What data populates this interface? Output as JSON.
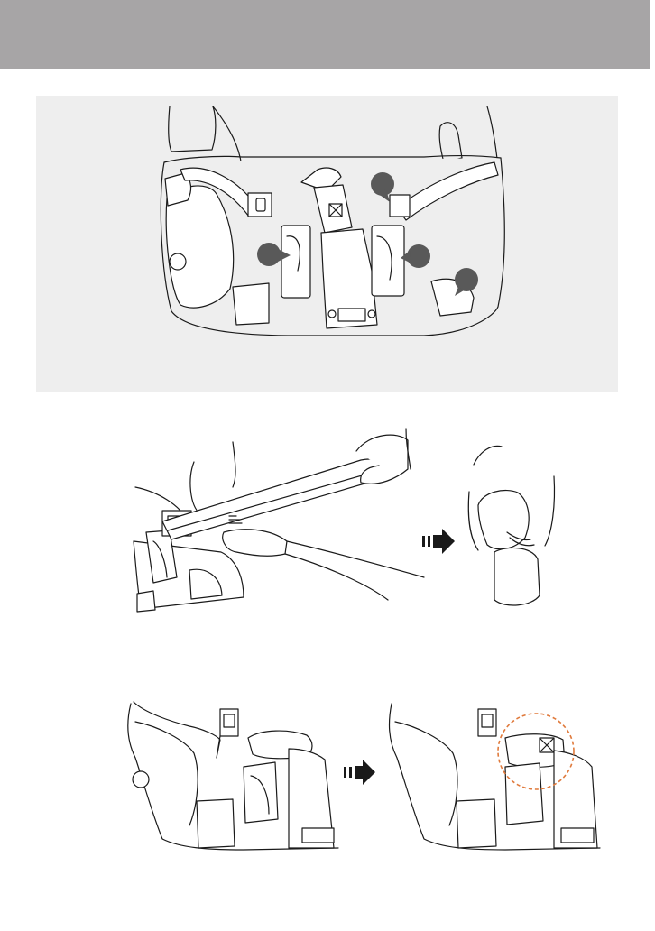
{
  "page": {
    "header_color": "#a7a5a6",
    "panel_color": "#eeeeee",
    "callout_color": "#595959",
    "highlight_circle_color": "#e07a3c"
  },
  "figures": {
    "overview": {
      "callouts": 4,
      "description_icon": "car-seat-belt-guides"
    },
    "step_1": {
      "arrow_icon": "right-arrow-icon"
    },
    "step_2": {
      "arrow_icon": "right-arrow-icon",
      "highlight": "dashed-orange-circle"
    }
  }
}
